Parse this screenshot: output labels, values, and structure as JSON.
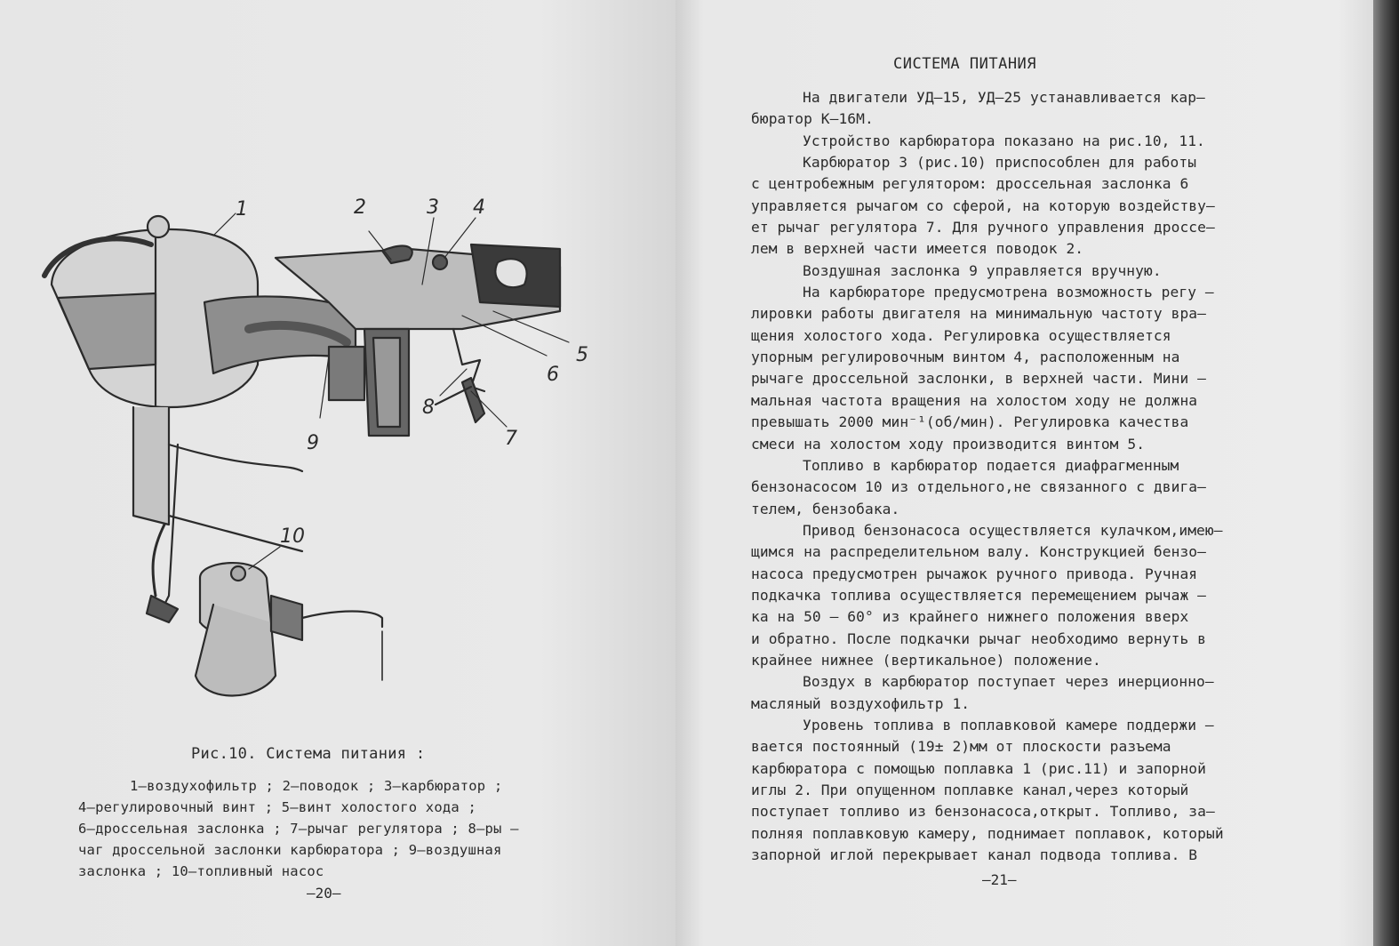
{
  "left_page": {
    "callouts": [
      "1",
      "2",
      "3",
      "4",
      "5",
      "6",
      "7",
      "8",
      "9",
      "10"
    ],
    "caption_title": "Рис.10. Система питания :",
    "legend_lines": [
      "1—воздухофильтр ;  2—поводок ; 3—карбюратор ;",
      "4—регулировочный винт ; 5—винт холостого хода ;",
      "6—дроссельная заслонка ; 7—рычаг регулятора ; 8—ры —",
      "чаг дроссельной заслонки карбюратора ;  9—воздушная",
      "заслонка ;  10—топливный насос"
    ],
    "page_number": "—20—"
  },
  "right_page": {
    "section_title": "СИСТЕМА ПИТАНИЯ",
    "lines": [
      "На двигатели УД—15, УД—25 устанавливается кар—",
      "бюратор К—16М.",
      "Устройство карбюратора показано на рис.10, 11.",
      "Карбюратор 3 (рис.10) приспособлен для работы",
      "с центробежным регулятором: дроссельная заслонка 6",
      "управляется рычагом со сферой, на которую воздейству—",
      "ет рычаг регулятора 7. Для ручного управления дроссе—",
      "лем в верхней части имеется поводок 2.",
      "Воздушная заслонка 9 управляется вручную.",
      "На карбюраторе предусмотрена возможность регу —",
      "лировки работы двигателя на минимальную частоту вра—",
      "щения холостого хода. Регулировка осуществляется",
      "упорным регулировочным винтом 4, расположенным на",
      "рычаге дроссельной заслонки, в верхней части. Мини —",
      "мальная частота вращения на холостом ходу не должна",
      "превышать 2000 мин⁻¹(об/мин). Регулировка качества",
      "смеси на холостом ходу производится винтом 5.",
      "Топливо в карбюратор подается диафрагменным",
      "бензонасосом 10 из отдельного,не связанного с двига—",
      "телем, бензобака.",
      "Привод бензонасоса осуществляется кулачком,имею—",
      "щимся на распределительном валу. Конструкцией бензо—",
      "насоса предусмотрен рычажок ручного привода. Ручная",
      "подкачка топлива осуществляется перемещением рычаж —",
      "ка на 50 — 60° из крайнего нижнего положения вверх",
      "и обратно. После подкачки рычаг необходимо вернуть в",
      "крайнее нижнее (вертикальное) положение.",
      "Воздух в карбюратор поступает через инерционно—",
      "масляный воздухофильтр 1.",
      "Уровень топлива в поплавковой камере поддержи —",
      "вается постоянный (19± 2)мм от плоскости разъема",
      "карбюратора с помощью поплавка 1 (рис.11) и запорной",
      "иглы 2. При опущенном поплавке канал,через который",
      "поступает топливо из бензонасоса,открыт. Топливо, за—",
      "полняя поплавковую камеру, поднимает поплавок, который",
      "запорной иглой перекрывает канал подвода топлива.  В"
    ],
    "page_number": "—21—"
  }
}
